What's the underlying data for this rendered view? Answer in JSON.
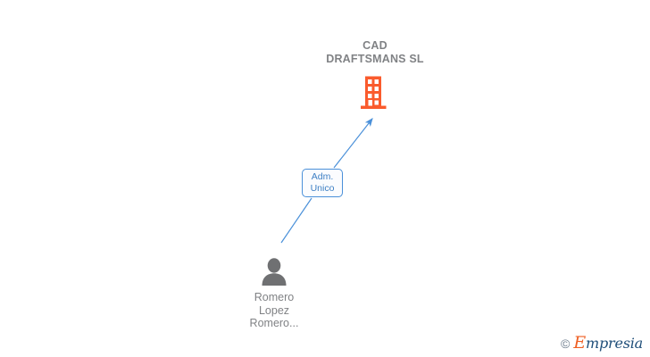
{
  "diagram": {
    "type": "org-relationship-chart",
    "background_color": "#ffffff",
    "company": {
      "name_line1": "CAD",
      "name_line2": "DRAFTSMANS SL",
      "icon": "building-icon",
      "icon_color": "#fa5b2d",
      "text_color": "#808285"
    },
    "person": {
      "name_line1": "Romero",
      "name_line2": "Lopez",
      "name_line3": "Romero...",
      "icon": "user-silhouette-icon",
      "icon_color": "#6f7072",
      "text_color": "#808285"
    },
    "relation": {
      "label_line1": "Adm.",
      "label_line2": "Unico",
      "border_color": "#4a90d9",
      "text_color": "#3d7fc4",
      "fill_color": "#fbfcfe"
    },
    "connector": {
      "color": "#4a90d9",
      "from": "person",
      "to": "company",
      "arrowhead": "end"
    }
  },
  "watermark": {
    "copyright_symbol": "©",
    "brand_initial": "E",
    "brand_rest": "mpresia",
    "initial_color": "#ef6024",
    "rest_color": "#1f4e79"
  }
}
